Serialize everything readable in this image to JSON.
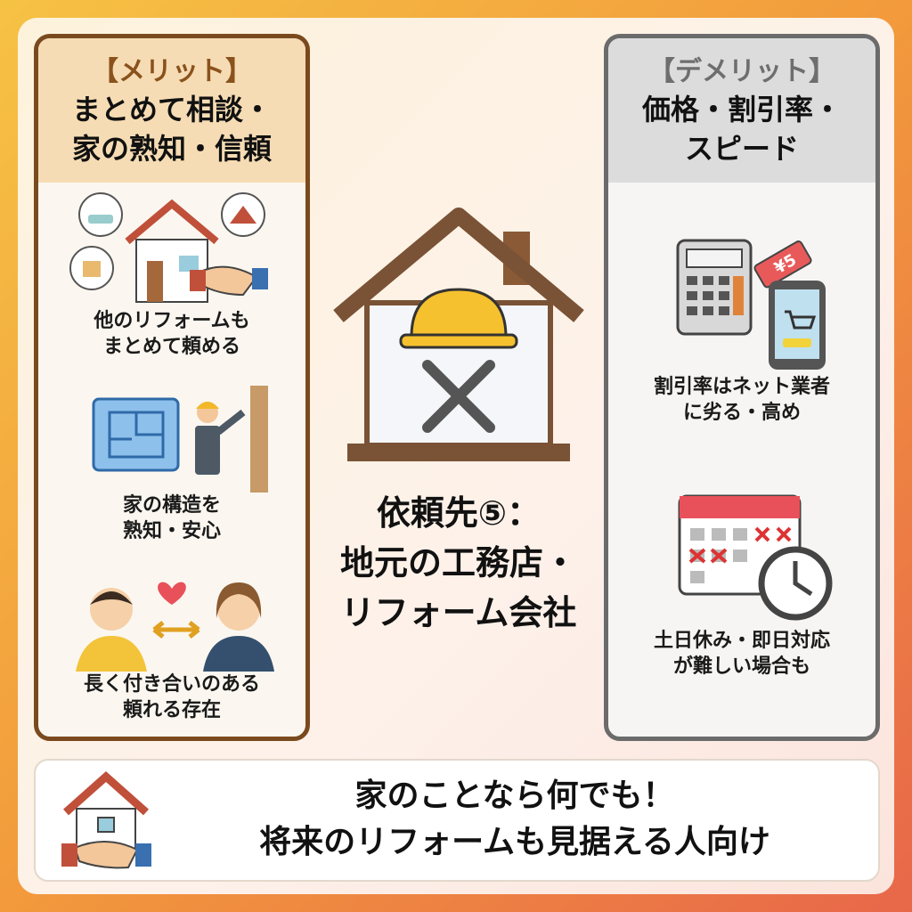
{
  "merit": {
    "tag": "【メリット】",
    "title_lines": [
      "まとめて相談・",
      "家の熟知・信頼"
    ],
    "items": [
      {
        "icon": "house-handshake-icon",
        "lines": [
          "他のリフォームも",
          "まとめて頼める"
        ]
      },
      {
        "icon": "blueprint-worker-icon",
        "lines": [
          "家の構造を",
          "熟知・安心"
        ]
      },
      {
        "icon": "people-heart-icon",
        "lines": [
          "長く付き合いのある",
          "頼れる存在"
        ]
      }
    ]
  },
  "demerit": {
    "tag": "【デメリット】",
    "title_lines": [
      "価格・割引率・",
      "スピード"
    ],
    "items": [
      {
        "icon": "calculator-price-tag-phone-icon",
        "lines": [
          "割引率はネット業者",
          "に劣る・高め"
        ]
      },
      {
        "icon": "calendar-clock-icon",
        "lines": [
          "土日休み・即日対応",
          "が難しい場合も"
        ]
      }
    ],
    "price_tag": "¥5"
  },
  "center": {
    "icon": "house-helmet-tools-icon",
    "title_lines": [
      "依頼先⑤：",
      "地元の工務店・",
      "リフォーム会社"
    ]
  },
  "banner": {
    "icon": "house-handshake-icon",
    "lines": [
      "家のことなら何でも！",
      "将来のリフォームも見据える人向け"
    ]
  },
  "colors": {
    "merit_border": "#7a4a1e",
    "demerit_border": "#6b6b6b",
    "background": "#f29a3c"
  }
}
